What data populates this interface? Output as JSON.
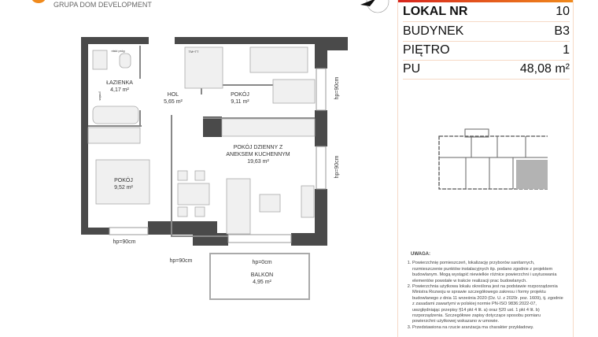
{
  "brand": {
    "logo_text": "GRUPA DOM DEVELOPMENT",
    "accent_start": "#d7261e",
    "accent_end": "#f08a1c"
  },
  "info": [
    {
      "label": "LOKAL NR",
      "value": "10"
    },
    {
      "label": "BUDYNEK",
      "value": "B3"
    },
    {
      "label": "PIĘTRO",
      "value": "1"
    },
    {
      "label": "PU",
      "value": "48,08 m²"
    }
  ],
  "rooms": {
    "bathroom": {
      "name": "ŁAZIENKA",
      "area": "4,17 m²"
    },
    "hall": {
      "name": "HOL",
      "area": "5,65 m²"
    },
    "room1": {
      "name": "POKÓJ",
      "area": "9,11 m²"
    },
    "living": {
      "name1": "POKÓJ DZIENNY Z",
      "name2": "ANEKSEM KUCHENNYM",
      "area": "19,63 m²"
    },
    "room2": {
      "name": "POKÓJ",
      "area": "9,52 m²"
    },
    "balcony": {
      "name": "BALKON",
      "area": "4,95 m²"
    }
  },
  "plan_labels": {
    "hp90": "hp=90cm",
    "hp0": "hp=0cm",
    "bath_threshold": "niski próg",
    "tm_tt": "TM+TT",
    "pralka": "pralka"
  },
  "notes": {
    "title": "UWAGA:",
    "items": [
      "Powierzchnię pomieszczeń, lokalizację przyborów sanitarnych, rozmieszczenie punktów instalacyjnych itp. podano zgodnie z projektem budowlanym. Mogą wystąpić niewielkie różnice powierzchni i usytuowania elementów powstałe w trakcie realizacji prac budowlanych.",
      "Powierzchnia użytkowa lokalu określona jest na podstawie rozporządzenia Ministra Rozwoju w sprawie szczegółowego zakresu i formy projektu budowlanego z dnia 11 września 2020 (Dz. U. z 2020r. poz. 1609), tj. zgodnie z zasadami zawartymi w polskiej normie PN-ISO 9836:2022-07, uwzględniając przepisy §14 pkt 4 lit. a) oraz §20 ust. 1 pkt 4 lit. b) rozporządzenia. Szczegółowe zapisy dotyczące sposobu pomiaru powierzchni użytkowej wskazano w umowie.",
      "Przedstawiona na rzucie aranżacja ma charakter przykładowy."
    ]
  }
}
